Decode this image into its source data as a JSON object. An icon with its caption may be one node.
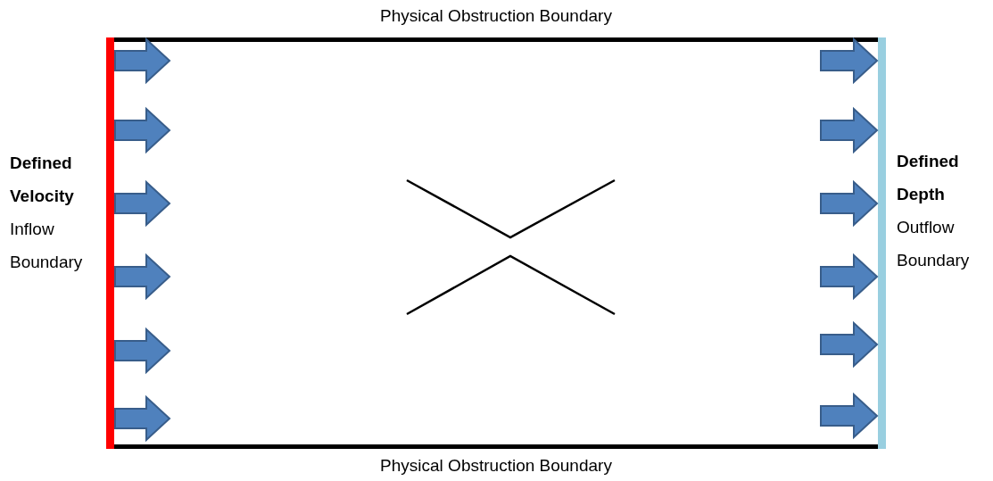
{
  "diagram": {
    "labels": [
      "Physical Obstruction Boundary",
      "**Defined Velocity** Inflow Boundary",
      "**Defined Depth** Outflow Boundary",
      "Physical Obstruction Boundary"
    ]
  }
}
